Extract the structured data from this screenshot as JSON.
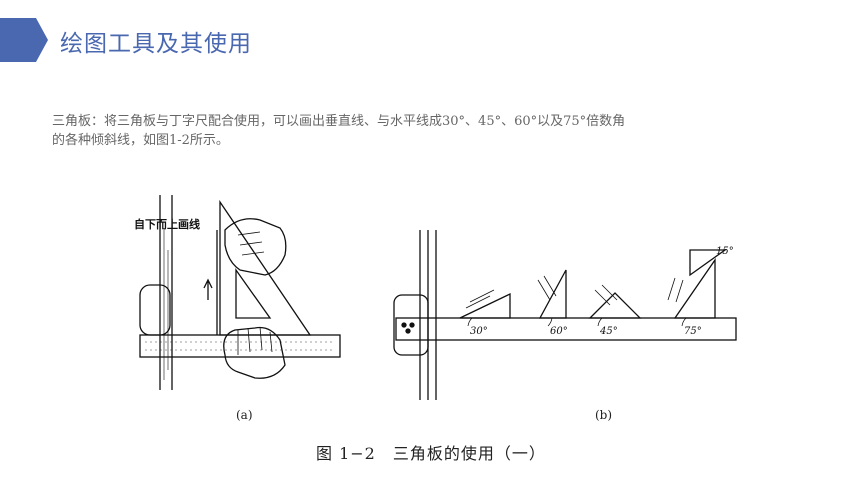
{
  "header": {
    "title": "绘图工具及其使用",
    "accent_color": "#4a68b0"
  },
  "body": {
    "paragraph_lines": [
      "三角板：将三角板与丁字尺配合使用，可以画出垂直线、与水平线成30°、45°、60°以及75°倍数角",
      "的各种倾斜线，如图1-2所示。"
    ]
  },
  "figure": {
    "left_annotation": "自下而上画线",
    "label_a": "(a)",
    "label_b": "(b)",
    "caption": "图 1−2　三角板的使用（一）",
    "angles": [
      "30°",
      "60°",
      "45°",
      "75°",
      "15°"
    ]
  }
}
